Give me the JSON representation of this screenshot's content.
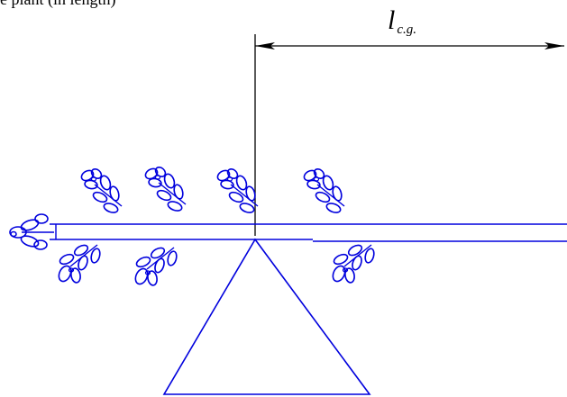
{
  "top_cut_text": "e plant (in length)",
  "dimension": {
    "symbol": "l",
    "subscript": "c.g."
  },
  "colors": {
    "drawing": "#0000dd",
    "dimension": "#000000",
    "background": "#ffffff"
  }
}
